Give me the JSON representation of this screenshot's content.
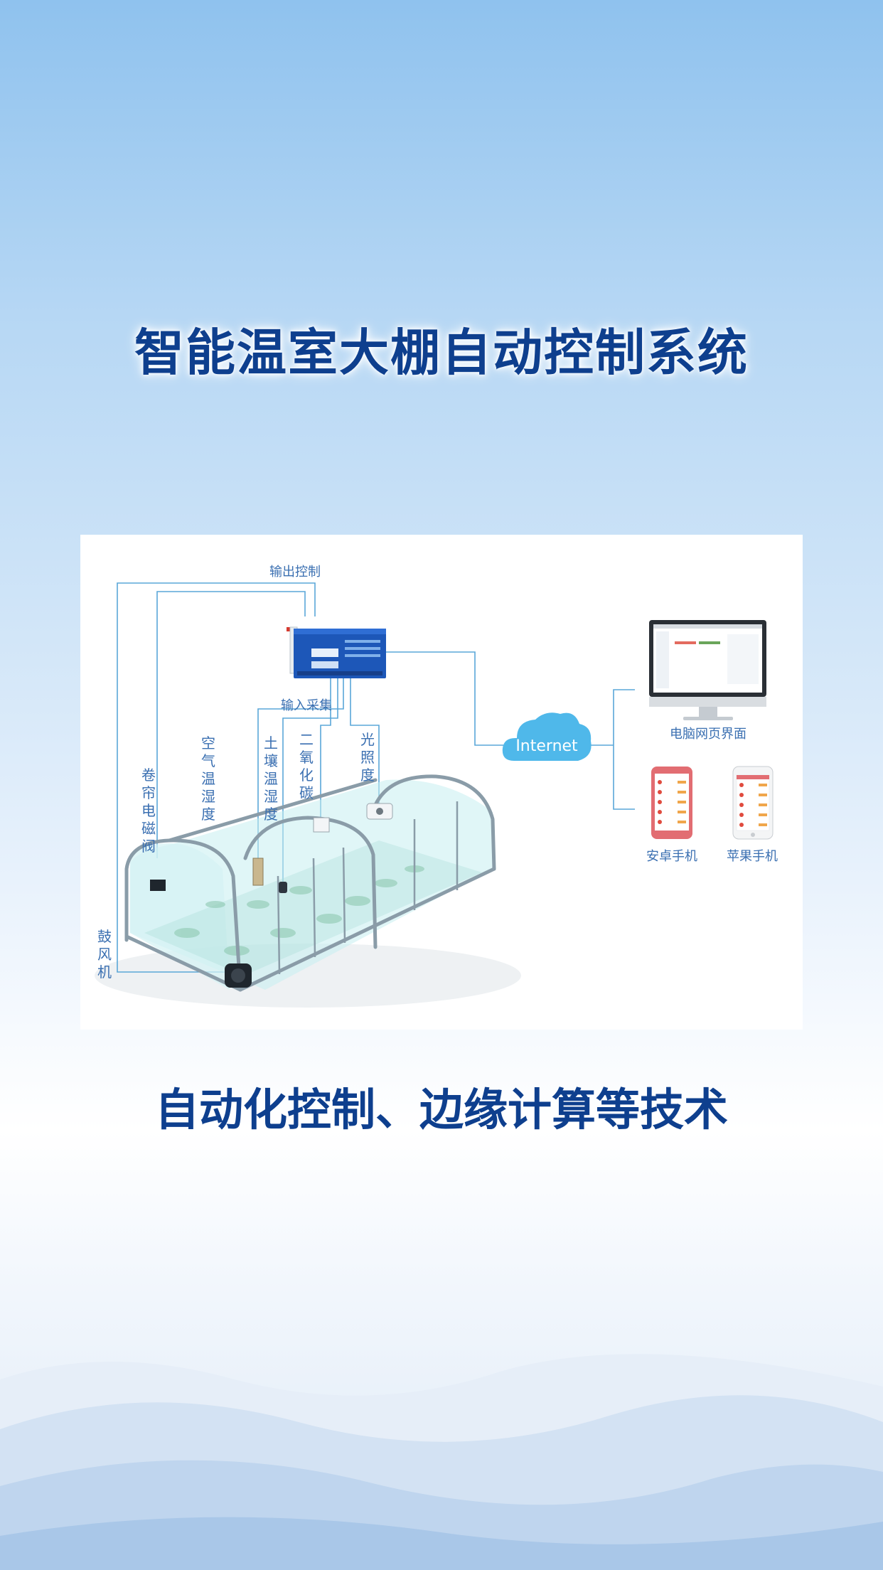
{
  "page": {
    "title": "智能温室大棚自动控制系统",
    "subtitle": "自动化控制、边缘计算等技术"
  },
  "diagram": {
    "output_control": "输出控制",
    "input_collect": "输入采集",
    "internet": "Internet",
    "pc_web": "电脑网页界面",
    "android_phone": "安卓手机",
    "apple_phone": "苹果手机",
    "curtain_valve": [
      "卷",
      "帘",
      "电",
      "磁",
      "阀"
    ],
    "air_temp_humidity": [
      "空",
      "气",
      "温",
      "湿",
      "度"
    ],
    "soil_temp_humidity": [
      "土",
      "壤",
      "温",
      "湿",
      "度"
    ],
    "co2": [
      "二",
      "氧",
      "化",
      "碳"
    ],
    "light": [
      "光",
      "照",
      "度"
    ],
    "blower": [
      "鼓",
      "风",
      "机"
    ]
  },
  "colors": {
    "title_text": "#0e3f8e",
    "diagram_line": "#5aa7d8",
    "label_text": "#3a6fb1",
    "greenhouse_frame": "#8a9ca8",
    "greenhouse_glass": "#c6eef0",
    "cloud": "#4fb8ea",
    "controller": "#1d57b8",
    "android_phone": "#e26d72"
  }
}
